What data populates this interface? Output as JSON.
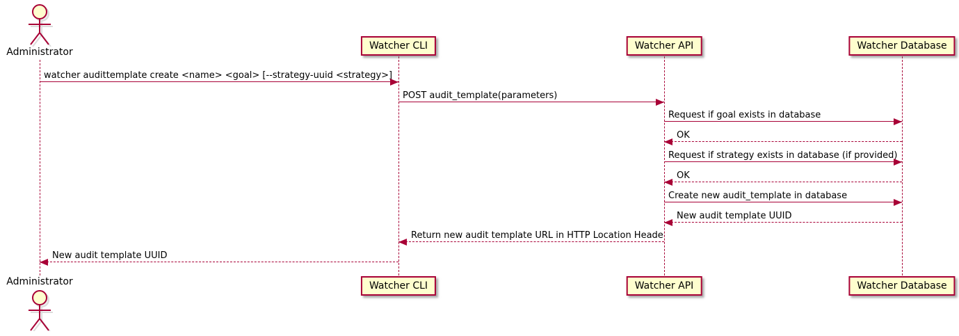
{
  "diagram": {
    "type": "uml-sequence",
    "colors": {
      "line": "#A80036",
      "participant_fill": "#FEFECE",
      "participant_border": "#A80036",
      "text": "#000000",
      "background": "#FFFFFF"
    },
    "actor": {
      "name": "Administrator"
    },
    "participants": [
      {
        "label": "Watcher CLI"
      },
      {
        "label": "Watcher API"
      },
      {
        "label": "Watcher Database"
      }
    ],
    "messages": [
      {
        "from": "Administrator",
        "to": "Watcher CLI",
        "style": "solid",
        "text": "watcher audittemplate create <name> <goal> [--strategy-uuid <strategy>]"
      },
      {
        "from": "Watcher CLI",
        "to": "Watcher API",
        "style": "solid",
        "text": "POST audit_template(parameters)"
      },
      {
        "from": "Watcher API",
        "to": "Watcher Database",
        "style": "solid",
        "text": "Request if goal exists in database"
      },
      {
        "from": "Watcher Database",
        "to": "Watcher API",
        "style": "dashed",
        "text": "OK"
      },
      {
        "from": "Watcher API",
        "to": "Watcher Database",
        "style": "solid",
        "text": "Request if strategy exists in database (if provided)"
      },
      {
        "from": "Watcher Database",
        "to": "Watcher API",
        "style": "dashed",
        "text": "OK"
      },
      {
        "from": "Watcher API",
        "to": "Watcher Database",
        "style": "solid",
        "text": "Create new audit_template in database"
      },
      {
        "from": "Watcher Database",
        "to": "Watcher API",
        "style": "dashed",
        "text": "New audit template UUID"
      },
      {
        "from": "Watcher API",
        "to": "Watcher CLI",
        "style": "dashed",
        "text": "Return new audit template URL in HTTP Location Header"
      },
      {
        "from": "Watcher CLI",
        "to": "Administrator",
        "style": "dashed",
        "text": "New audit template UUID"
      }
    ]
  }
}
